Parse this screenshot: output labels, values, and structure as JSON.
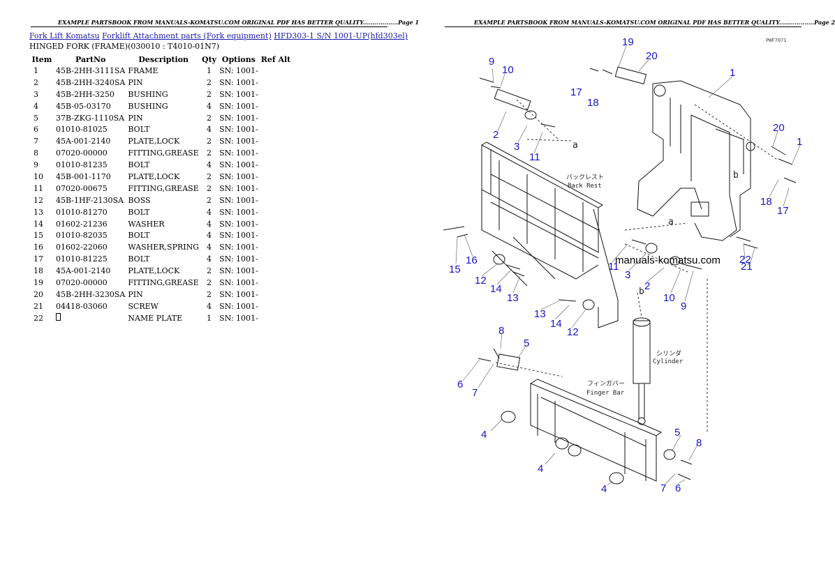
{
  "page1": {
    "header": "EXAMPLE PARTSBOOK FROM MANUALS-KOMATSU.COM ORIGINAL PDF HAS BETTER QUALITY..................Page 1",
    "breadcrumb": [
      "Fork Lift Komatsu",
      "Forklift Attachment parts (Fork equipment)",
      "HFD303-1 S/N 1001-UP(hfd303el)"
    ],
    "subtitle": "HINGED FORK (FRAME)(030010 : T4010-01N7)",
    "columns": [
      "Item",
      "PartNo",
      "Description",
      "Qty",
      "Options",
      "Ref Alt"
    ],
    "rows": [
      [
        "1",
        "45B-2HH-3111SA",
        "FRAME",
        "1",
        "SN: 1001-",
        ""
      ],
      [
        "2",
        "45B-2HH-3240SA",
        "PIN",
        "2",
        "SN: 1001-",
        ""
      ],
      [
        "3",
        "45B-2HH-3250",
        "BUSHING",
        "2",
        "SN: 1001-",
        ""
      ],
      [
        "4",
        "45B-05-03170",
        "BUSHING",
        "4",
        "SN: 1001-",
        ""
      ],
      [
        "5",
        "37B-ZKG-1110SA",
        "PIN",
        "2",
        "SN: 1001-",
        ""
      ],
      [
        "6",
        "01010-81025",
        "BOLT",
        "4",
        "SN: 1001-",
        ""
      ],
      [
        "7",
        "45A-001-2140",
        "PLATE,LOCK",
        "2",
        "SN: 1001-",
        ""
      ],
      [
        "8",
        "07020-00000",
        "FITTING,GREASE",
        "2",
        "SN: 1001-",
        ""
      ],
      [
        "9",
        "01010-81235",
        "BOLT",
        "4",
        "SN: 1001-",
        ""
      ],
      [
        "10",
        "45B-001-1170",
        "PLATE,LOCK",
        "2",
        "SN: 1001-",
        ""
      ],
      [
        "11",
        "07020-00675",
        "FITTING,GREASE",
        "2",
        "SN: 1001-",
        ""
      ],
      [
        "12",
        "45B-1HF-2130SA",
        "BOSS",
        "2",
        "SN: 1001-",
        ""
      ],
      [
        "13",
        "01010-81270",
        "BOLT",
        "4",
        "SN: 1001-",
        ""
      ],
      [
        "14",
        "01602-21236",
        "WASHER",
        "4",
        "SN: 1001-",
        ""
      ],
      [
        "15",
        "01010-82035",
        "BOLT",
        "4",
        "SN: 1001-",
        ""
      ],
      [
        "16",
        "01602-22060",
        "WASHER,SPRING",
        "4",
        "SN: 1001-",
        ""
      ],
      [
        "17",
        "01010-81225",
        "BOLT",
        "4",
        "SN: 1001-",
        ""
      ],
      [
        "18",
        "45A-001-2140",
        "PLATE,LOCK",
        "2",
        "SN: 1001-",
        ""
      ],
      [
        "19",
        "07020-00000",
        "FITTING,GREASE",
        "2",
        "SN: 1001-",
        ""
      ],
      [
        "20",
        "45B-2HH-3230SA",
        "PIN",
        "2",
        "SN: 1001-",
        ""
      ],
      [
        "21",
        "04418-03060",
        "SCREW",
        "4",
        "SN: 1001-",
        ""
      ],
      [
        "22",
        "",
        "NAME PLATE",
        "1",
        "SN: 1001-",
        ""
      ]
    ]
  },
  "page2": {
    "header": "EXAMPLE PARTSBOOK FROM MANUALS-KOMATSU.COM ORIGINAL PDF HAS BETTER QUALITY..................Page 2",
    "drawing_code": "PWF7071",
    "watermark": "manuals-komatsu.com",
    "labels": {
      "back_rest_jp": "バックレスト",
      "back_rest": "Back Rest",
      "cylinder_jp": "シリンダ",
      "cylinder": "Cylinder",
      "finger_bar_jp": "フィンガバー",
      "finger_bar": "Finger Bar",
      "ref_a": "a",
      "ref_b": "b"
    },
    "callouts": [
      "9",
      "10",
      "19",
      "20",
      "17",
      "18",
      "1",
      "2",
      "3",
      "11",
      "20",
      "1",
      "18",
      "17",
      "15",
      "16",
      "12",
      "14",
      "13",
      "11",
      "3",
      "2",
      "10",
      "9",
      "22",
      "21",
      "13",
      "14",
      "12",
      "8",
      "5",
      "6",
      "7",
      "4",
      "5",
      "8",
      "4",
      "4",
      "7",
      "6"
    ],
    "accent_color": "#1414c8"
  }
}
